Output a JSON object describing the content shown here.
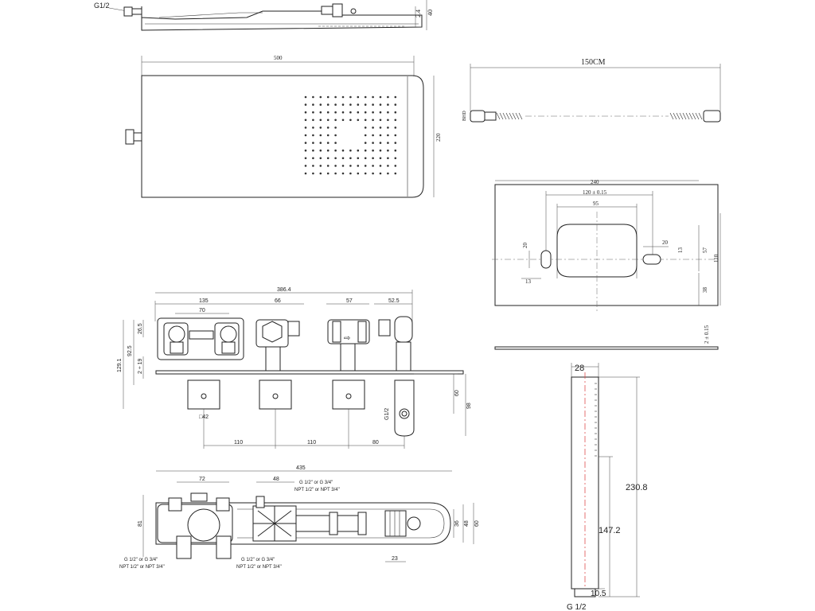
{
  "shower_head_side": {
    "thread": "G1/2",
    "h1": "2.4",
    "h2": "40"
  },
  "shower_head_top": {
    "width": "500",
    "depth": "220"
  },
  "hose": {
    "length": "150CM",
    "end": "BHD"
  },
  "wall_plate": {
    "width": "240",
    "d1": "120 ± 0.15",
    "d2": "95",
    "d3": "20",
    "d4": "20",
    "d5": "13",
    "d6": "13",
    "d7": "57",
    "d8": "110",
    "d9": "38",
    "thk": "2 ± 0.15"
  },
  "valve_front": {
    "overall": "386.4",
    "w1": "135",
    "w2": "70",
    "w3": "66",
    "w4": "57",
    "w5": "52.5",
    "h_total": "129.1",
    "h1": "92.5",
    "h2": "26.5",
    "h3": "2 ÷ 19",
    "h4": "60",
    "h5": "98",
    "knob": "□42",
    "s1": "110",
    "s2": "110",
    "s3": "80",
    "outlet": "G1/2"
  },
  "valve_top": {
    "overall": "435",
    "w1": "72",
    "w2": "48",
    "h1": "81",
    "h2": "36",
    "h3": "48",
    "h4": "60",
    "h5": "23",
    "conn_top_1": "G 1/2\" or G 3/4\"",
    "conn_top_2": "NPT 1/2\" or NPT 3/4\"",
    "conn_bl_1": "G 1/2\" or G 3/4\"",
    "conn_bl_2": "NPT 1/2\" or NPT 3/4\"",
    "conn_bm_1": "G 1/2\" or G 3/4\"",
    "conn_bm_2": "NPT 1/2\" or NPT 3/4\""
  },
  "hand_shower": {
    "width": "28",
    "h1": "230.8",
    "h2": "147.2",
    "h3": "10.5",
    "thread": "G 1/2"
  }
}
